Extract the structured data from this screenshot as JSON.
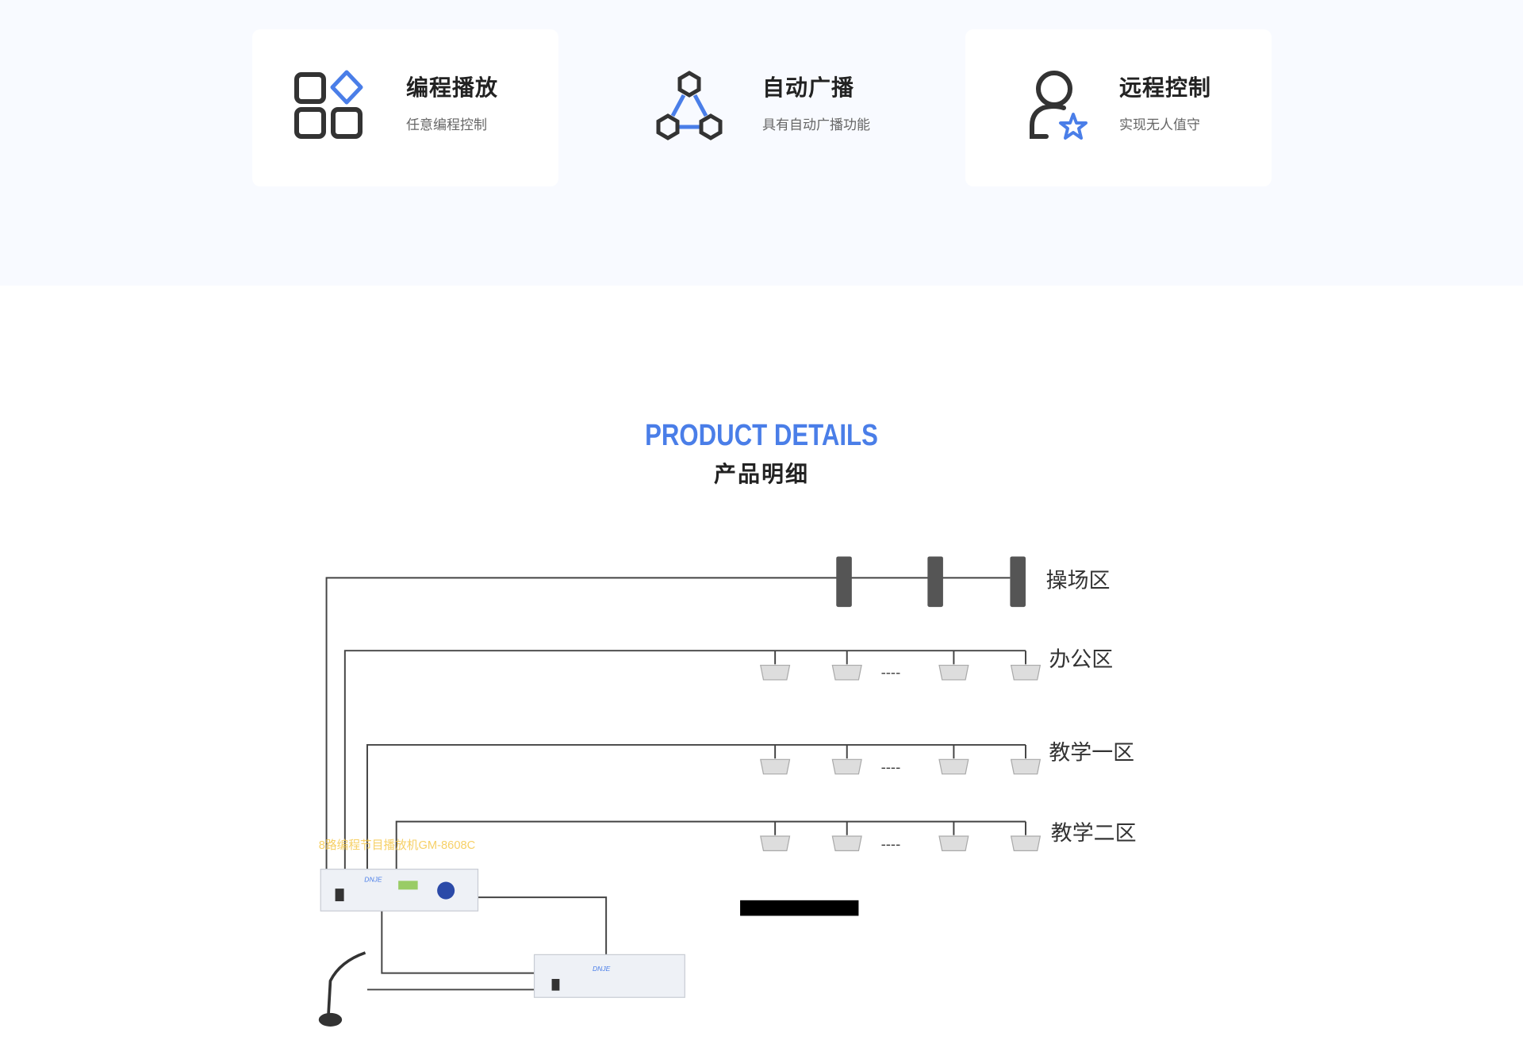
{
  "features": [
    {
      "title": "编程播放",
      "subtitle": "任意编程控制",
      "icon": "grid-diamond-icon"
    },
    {
      "title": "自动广播",
      "subtitle": "具有自动广播功能",
      "icon": "hexagon-network-icon"
    },
    {
      "title": "远程控制",
      "subtitle": "实现无人值守",
      "icon": "user-star-icon"
    }
  ],
  "section": {
    "title_en": "PRODUCT DETAILS",
    "title_cn": "产品明细"
  },
  "diagram": {
    "zones": [
      "操场区",
      "办公区",
      "教学一区",
      "教学二区"
    ],
    "device_label": "8路编程节目播放机GM-8608C",
    "brand": "DNJE",
    "dashes": "----"
  },
  "colors": {
    "accent": "#4a7ee8",
    "dark": "#333333",
    "band": "#f8faff"
  }
}
